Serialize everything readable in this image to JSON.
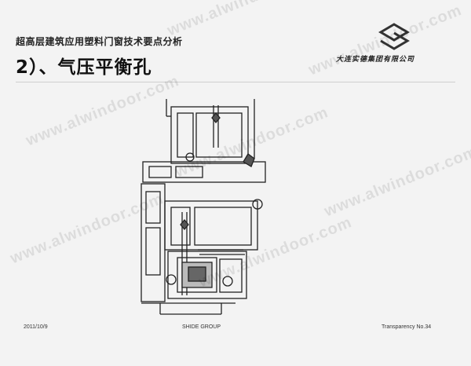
{
  "header": {
    "top_title": "超高层建筑应用塑料门窗技术要点分析",
    "heading": "2）、气压平衡孔",
    "company": "大连实德集团有限公司"
  },
  "watermark": {
    "text": "www.alwindoor.com"
  },
  "footer": {
    "date": "2011/10/9",
    "group": "SHIDE GROUP",
    "page": "Transparency No.34"
  },
  "colors": {
    "background": "#f3f3f3",
    "line": "#222222"
  }
}
